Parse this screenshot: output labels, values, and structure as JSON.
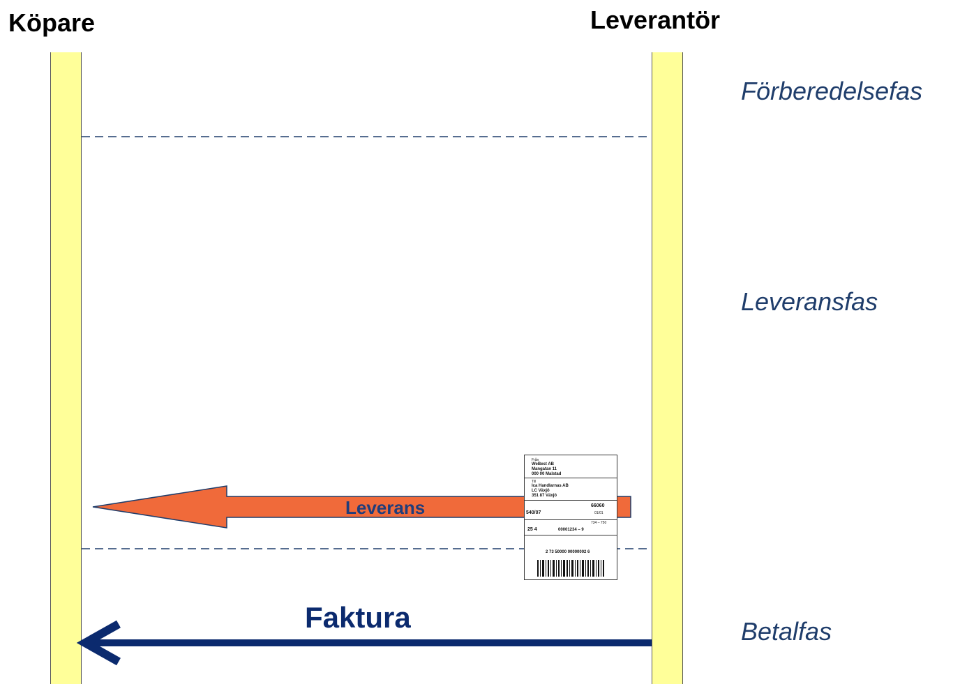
{
  "actors": {
    "buyer": "Köpare",
    "supplier": "Leverantör"
  },
  "phases": [
    "Förberedelsefas",
    "Leveransfas",
    "Betalfas"
  ],
  "messages": {
    "delivery": "Leverans",
    "invoice": "Faktura"
  },
  "shipping_label": {
    "sender_caption": "Från",
    "sender_name": "WeBest AB",
    "sender_street": "Mangatan 11",
    "sender_city": "000 00 Malstad",
    "receiver_caption": "Till",
    "receiver_name": "Ica Handlarnas AB",
    "receiver_unit": "LC Växjö",
    "receiver_city": "351 87 Växjö",
    "code_1": "66060",
    "code_2": "540/07",
    "code_3": "01/01",
    "code_4": "734 – 750",
    "code_5": "25 4",
    "code_6": "00001234 – 9",
    "barcode_text": "2 73 50000 00000002 6"
  },
  "colors": {
    "lifeline": "#ffff99",
    "delivery_arrow": "#f06a3a",
    "invoice_arrow": "#0b2a6e",
    "phase_text": "#1f3d6b"
  }
}
